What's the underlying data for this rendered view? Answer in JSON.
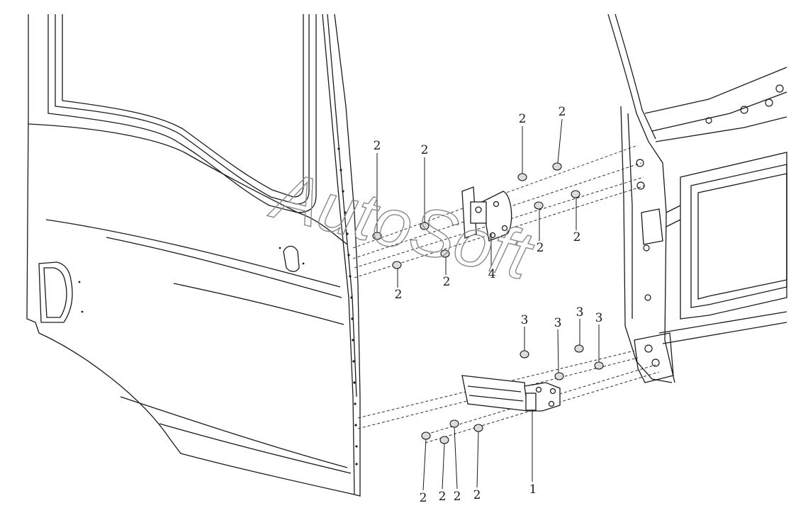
{
  "watermark": "AutoSoft",
  "callouts": {
    "hinge_bolt_upper_1": "2",
    "hinge_bolt_upper_2": "2",
    "hinge_bolt_upper_3": "2",
    "hinge_bolt_upper_4": "2",
    "hinge_bolt_upper_5": "2",
    "hinge_bolt_upper_6": "2",
    "hinge_bolt_upper_7": "2",
    "hinge_bolt_upper_8": "2",
    "upper_hinge": "4",
    "lower_nut_1": "3",
    "lower_nut_2": "3",
    "lower_nut_3": "3",
    "lower_nut_4": "3",
    "lower_bolt_1": "2",
    "lower_bolt_2": "2",
    "lower_bolt_3": "2",
    "lower_bolt_4": "2",
    "lower_hinge": "1"
  },
  "colors": {
    "line": "#1a1a1a",
    "watermark": "#8a8a8a",
    "background": "#ffffff"
  }
}
